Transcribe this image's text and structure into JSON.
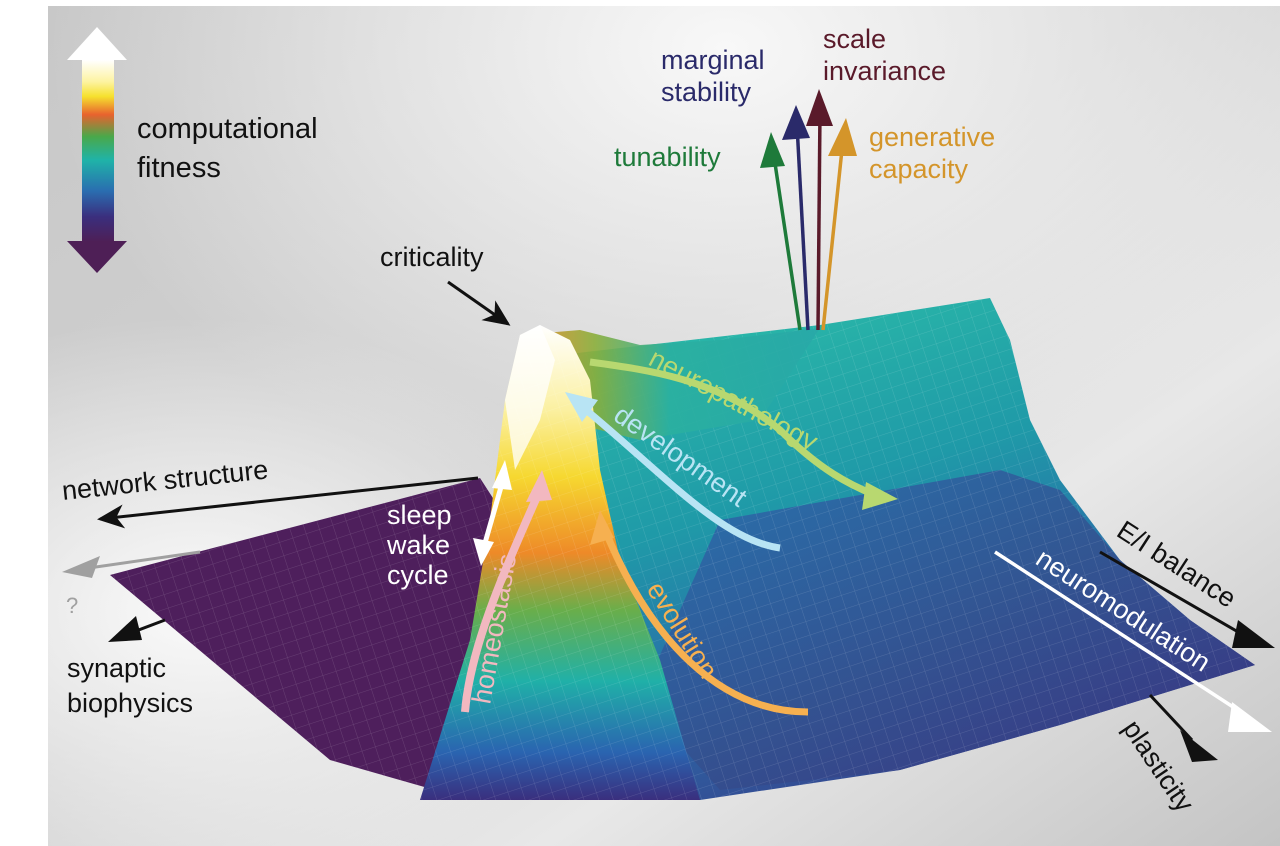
{
  "legend": {
    "label_line1": "computational",
    "label_line2": "fitness",
    "colormap": [
      "#ffffff",
      "#f9e43a",
      "#e8622e",
      "#4aa84a",
      "#1fb3a8",
      "#2a6db0",
      "#3a2f7e",
      "#4e1f56"
    ]
  },
  "peak_label": "criticality",
  "properties": {
    "tunability": {
      "text": "tunability",
      "color": "#1e7a3a"
    },
    "marginal_stability": {
      "line1": "marginal",
      "line2": "stability",
      "color": "#2a2a6a"
    },
    "scale_invariance": {
      "line1": "scale",
      "line2": "invariance",
      "color": "#5a1a2a"
    },
    "generative_capacity": {
      "line1": "generative",
      "line2": "capacity",
      "color": "#d4952a"
    }
  },
  "axes": {
    "network_structure": "network structure",
    "unknown": "?",
    "synaptic_line1": "synaptic",
    "synaptic_line2": "biophysics",
    "ei_balance": "E/I balance",
    "neuromodulation": "neuromodulation",
    "plasticity": "plasticity"
  },
  "processes": {
    "sleep_line1": "sleep",
    "sleep_line2": "wake",
    "sleep_line3": "cycle",
    "homeostasis": {
      "text": "homeostasis",
      "color": "#f2b8c0"
    },
    "neuropathology": {
      "text": "neuropathology",
      "color": "#b8d870"
    },
    "development": {
      "text": "development",
      "color": "#b8e4f4"
    },
    "evolution": {
      "text": "evolution",
      "color": "#f6b050"
    }
  }
}
